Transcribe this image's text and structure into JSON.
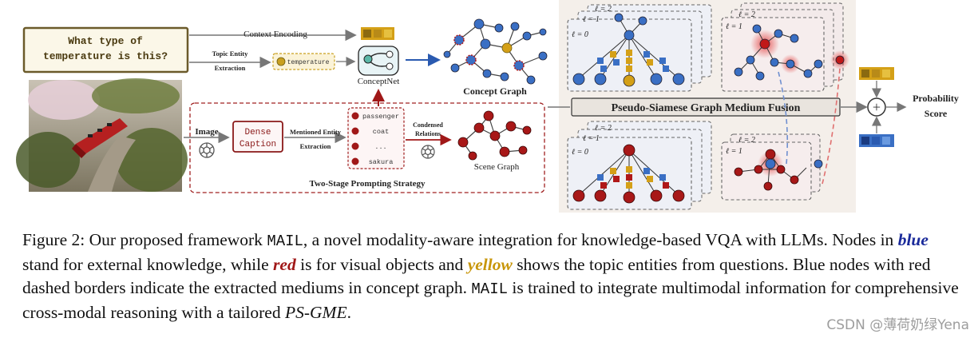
{
  "figure": {
    "question": [
      "What type of",
      "temperature is this?"
    ],
    "context_encoding": "Context Encoding",
    "topic_entity_extraction": [
      "Topic Entity",
      "Extraction"
    ],
    "topic_entity": "temperature",
    "conceptnet_label": "ConceptNet",
    "concept_graph_label": "Concept Graph",
    "image_label": "Image",
    "dense_caption": [
      "Dense",
      "Caption"
    ],
    "mentioned_entity_extraction": [
      "Mentioned Entity",
      "Extraction"
    ],
    "entities": [
      "passenger",
      "coat",
      "...",
      "sakura"
    ],
    "condensed_relations": [
      "Condensed",
      "Relations"
    ],
    "scene_graph_label": "Scene Graph",
    "two_stage_label": "Two-Stage Prompting Strategy",
    "psgmf_label": "Pseudo-Siamese Graph Medium Fusion",
    "probability_score": [
      "Probability",
      "Score"
    ],
    "layer_labels": [
      "ℓ = 2",
      "ℓ = 1",
      "ℓ = 0"
    ],
    "fusion_symbol": "+",
    "colors": {
      "blue": "#3a6fc4",
      "red": "#b01818",
      "yellow": "#d4a017",
      "dark_red_border": "#a02020",
      "panel_bg": "#f4eeea",
      "question_border": "#6b5a2a"
    }
  },
  "caption": {
    "label": "Figure 2:",
    "p1": "Our proposed framework",
    "mail": "MAIL",
    "p2": ", a novel modality-aware integration for knowledge-based VQA with LLMs. Nodes in",
    "blue": "blue",
    "p3": "stand for external knowledge, while",
    "red": "red",
    "p4": "is for visual objects and",
    "yellow": "yellow",
    "p5": "shows the topic entities from questions. Blue nodes with red dashed borders indicate the extracted mediums in concept graph.",
    "mail2": "MAIL",
    "p6": "is trained to integrate multimodal information for comprehensive cross-modal reasoning with a tailored",
    "psgme": "PS-GME",
    "p7": "."
  },
  "watermark": "CSDN @薄荷奶绿Yena"
}
